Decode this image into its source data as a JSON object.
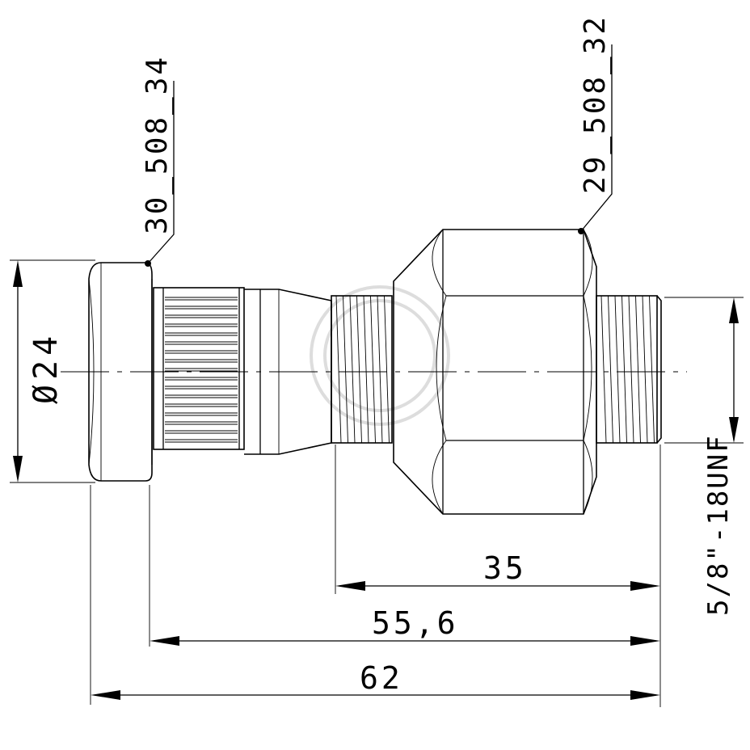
{
  "drawing": {
    "part_labels": {
      "left_callout": "30_508_34",
      "right_callout": "29_508_32"
    },
    "dimensions": {
      "diameter": "Ø24",
      "thread": "5/8\"-18UNF",
      "len_35": "35",
      "len_55_6": "55,6",
      "len_62": "62"
    }
  }
}
